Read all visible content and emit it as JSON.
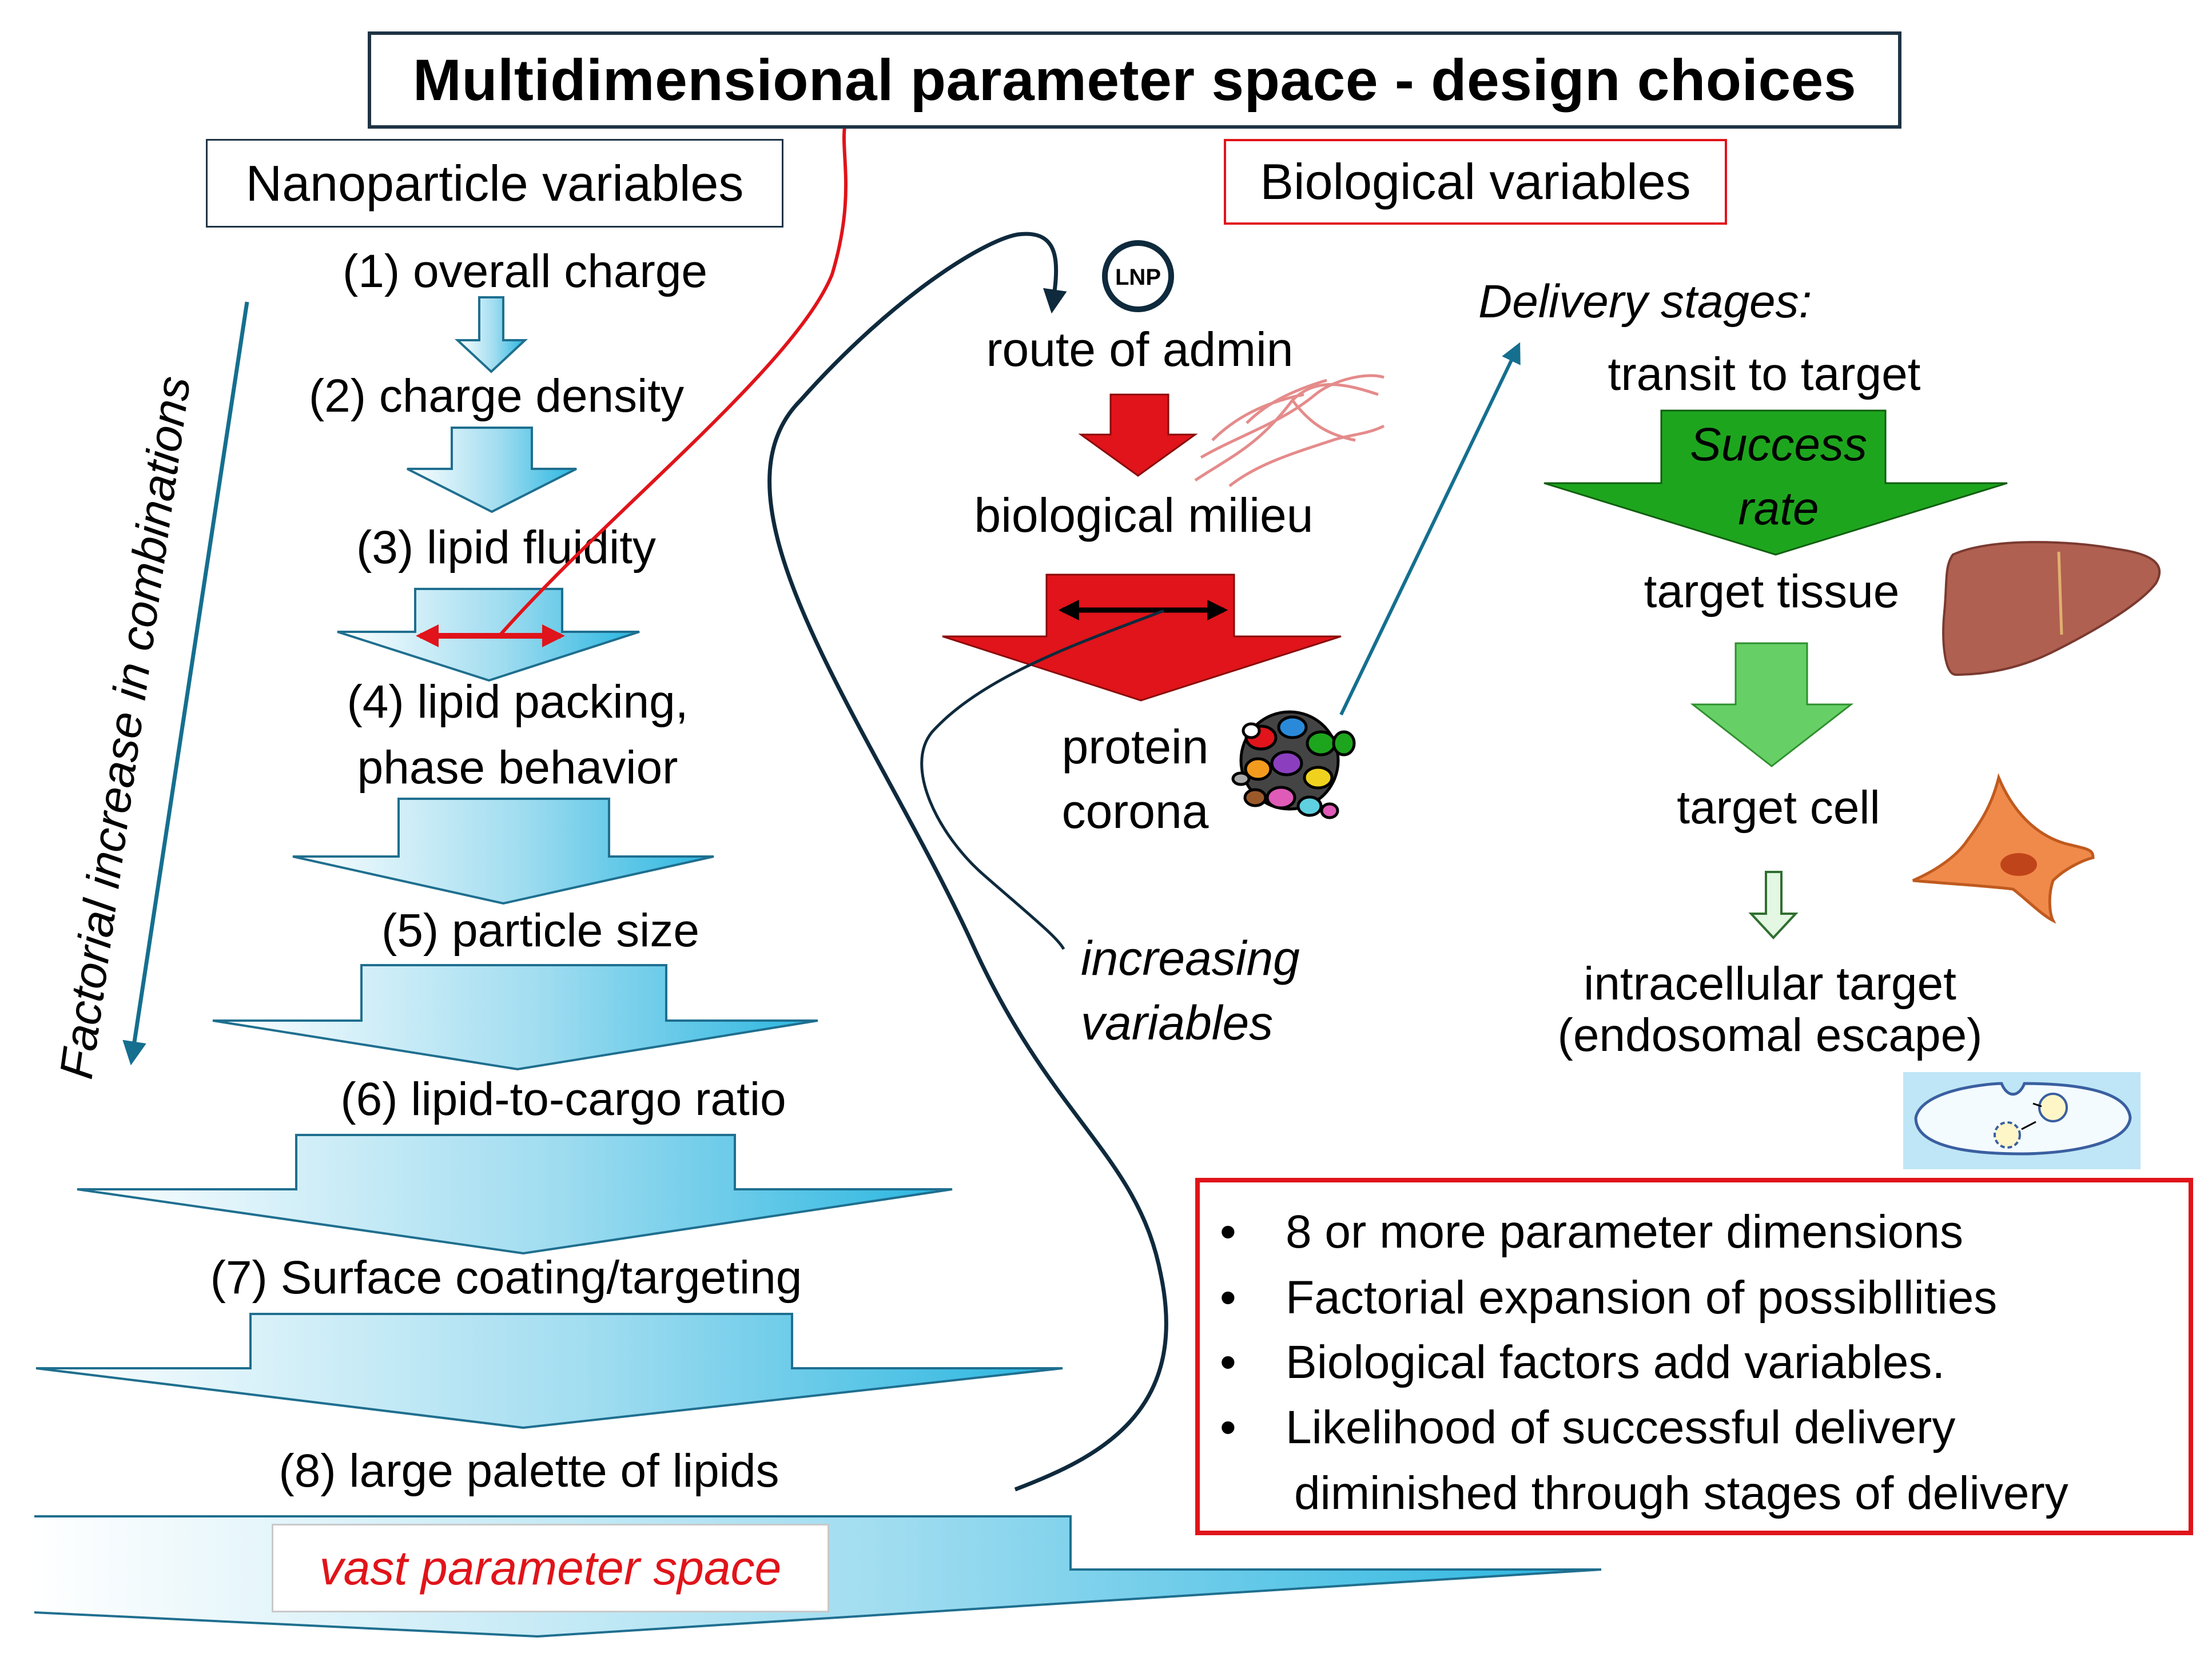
{
  "title": "Multidimensional parameter space - design choices",
  "nanoparticle_header": "Nanoparticle variables",
  "biological_header": "Biological variables",
  "side_label": "Factorial increase in combinations",
  "nanoparticle_steps": [
    "(1) overall charge",
    "(2) charge density",
    "(3) lipid fluidity",
    "(4) lipid packing,",
    "phase behavior",
    "(5) particle size",
    "(6) lipid-to-cargo ratio",
    "(7) Surface coating/targeting",
    "(8) large palette of lipids"
  ],
  "vast_label": "vast parameter space",
  "lnp_badge": "LNP",
  "bio_steps": {
    "route": "route of admin",
    "milieu": "biological milieu",
    "corona_1": "protein",
    "corona_2": "corona",
    "increasing_1": "increasing",
    "increasing_2": "variables"
  },
  "delivery": {
    "header": "Delivery stages:",
    "transit": "transit to target",
    "success_1": "Success",
    "success_2": "rate",
    "tissue": "target tissue",
    "cell": "target cell",
    "intracellular_1": "intracellular target",
    "intracellular_2": "(endosomal escape)"
  },
  "summary": [
    "8 or more parameter dimensions",
    "Factorial expansion of possibllities",
    "Biological factors add variables.",
    "Likelihood of successful delivery",
    "diminished through stages of delivery"
  ],
  "colors": {
    "red": "#e0141a",
    "green": "#1ea51e",
    "light_green": "#66d066",
    "cyan": "#29b6e0",
    "navy": "#0f2a3d",
    "teal_arrow": "#156f8f"
  }
}
